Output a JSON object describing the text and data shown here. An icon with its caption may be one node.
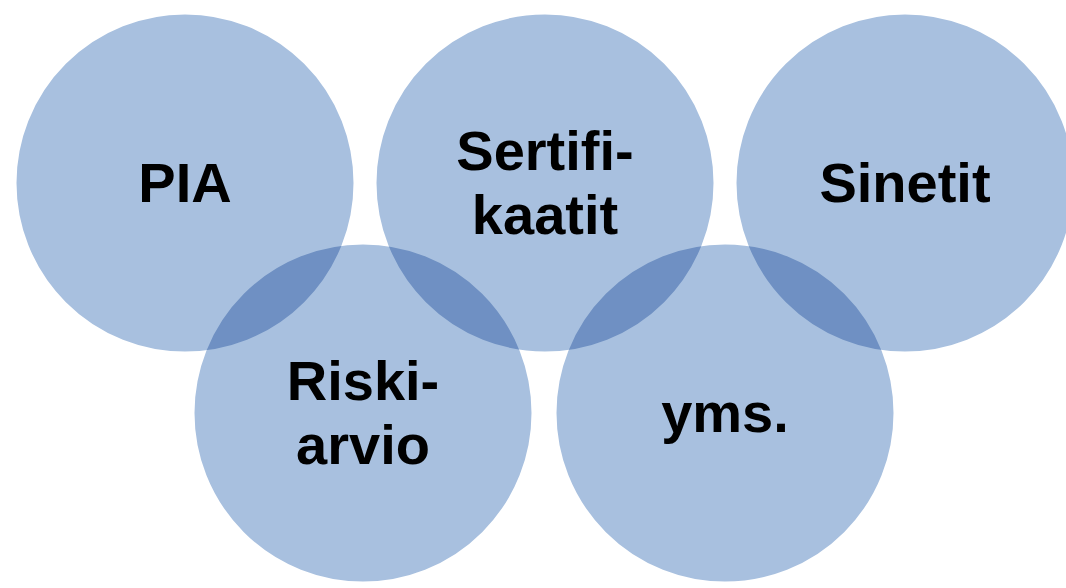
{
  "diagram": {
    "nodes": [
      {
        "text": [
          "PIA"
        ]
      },
      {
        "text": [
          "Sertifi- kaatit"
        ]
      },
      {
        "text": [
          "Sinetit"
        ]
      },
      {
        "text": [
          "Riski- arvio"
        ]
      },
      {
        "text": [
          "yms."
        ]
      }
    ]
  }
}
